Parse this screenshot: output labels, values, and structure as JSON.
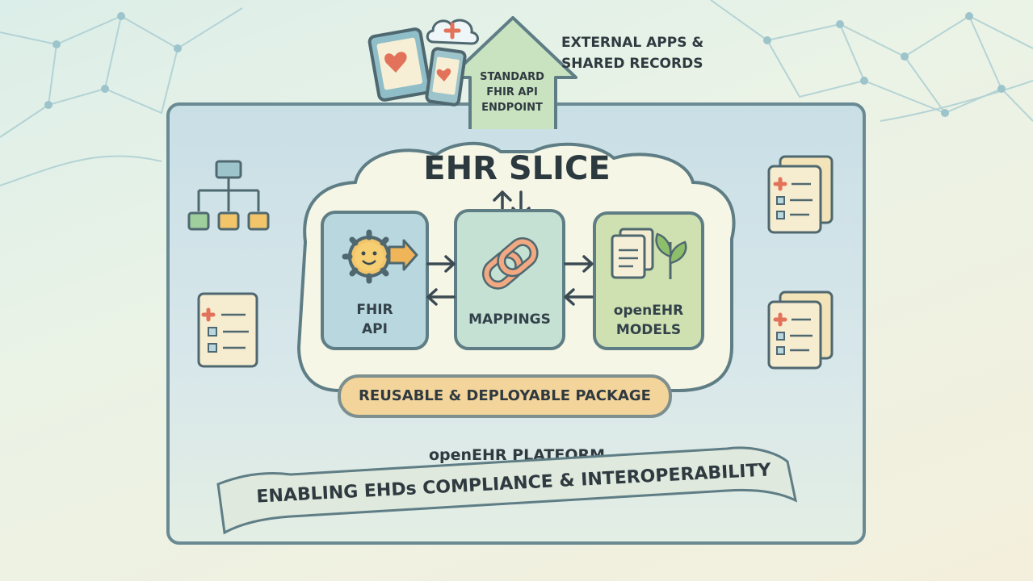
{
  "title": "EHR SLICE",
  "external": {
    "line1": "EXTERNAL APPS &",
    "line2": "SHARED RECORDS"
  },
  "endpoint": {
    "line1": "STANDARD",
    "line2": "FHIR API",
    "line3": "ENDPOINT"
  },
  "components": {
    "fhir": {
      "line1": "FHIR",
      "line2": "API",
      "icon": "gear-smile-icon"
    },
    "mappings": {
      "line1": "MAPPINGS",
      "icon": "chain-link-icon"
    },
    "openehr": {
      "line1": "openEHR",
      "line2": "MODELS",
      "icon": "documents-plant-icon"
    }
  },
  "package_label": "REUSABLE & DEPLOYABLE PACKAGE",
  "platform_label": "openEHR PLATFORM",
  "banner": "ENABLING EHDs COMPLIANCE & INTEROPERABILITY",
  "colors": {
    "border": "#5f7d85",
    "fhir_fill": "#b9d7de",
    "mappings_fill": "#c5e1d3",
    "openehr_fill": "#cfe1b1",
    "package_fill": "#f3d49a",
    "accent_red": "#e2735a"
  }
}
